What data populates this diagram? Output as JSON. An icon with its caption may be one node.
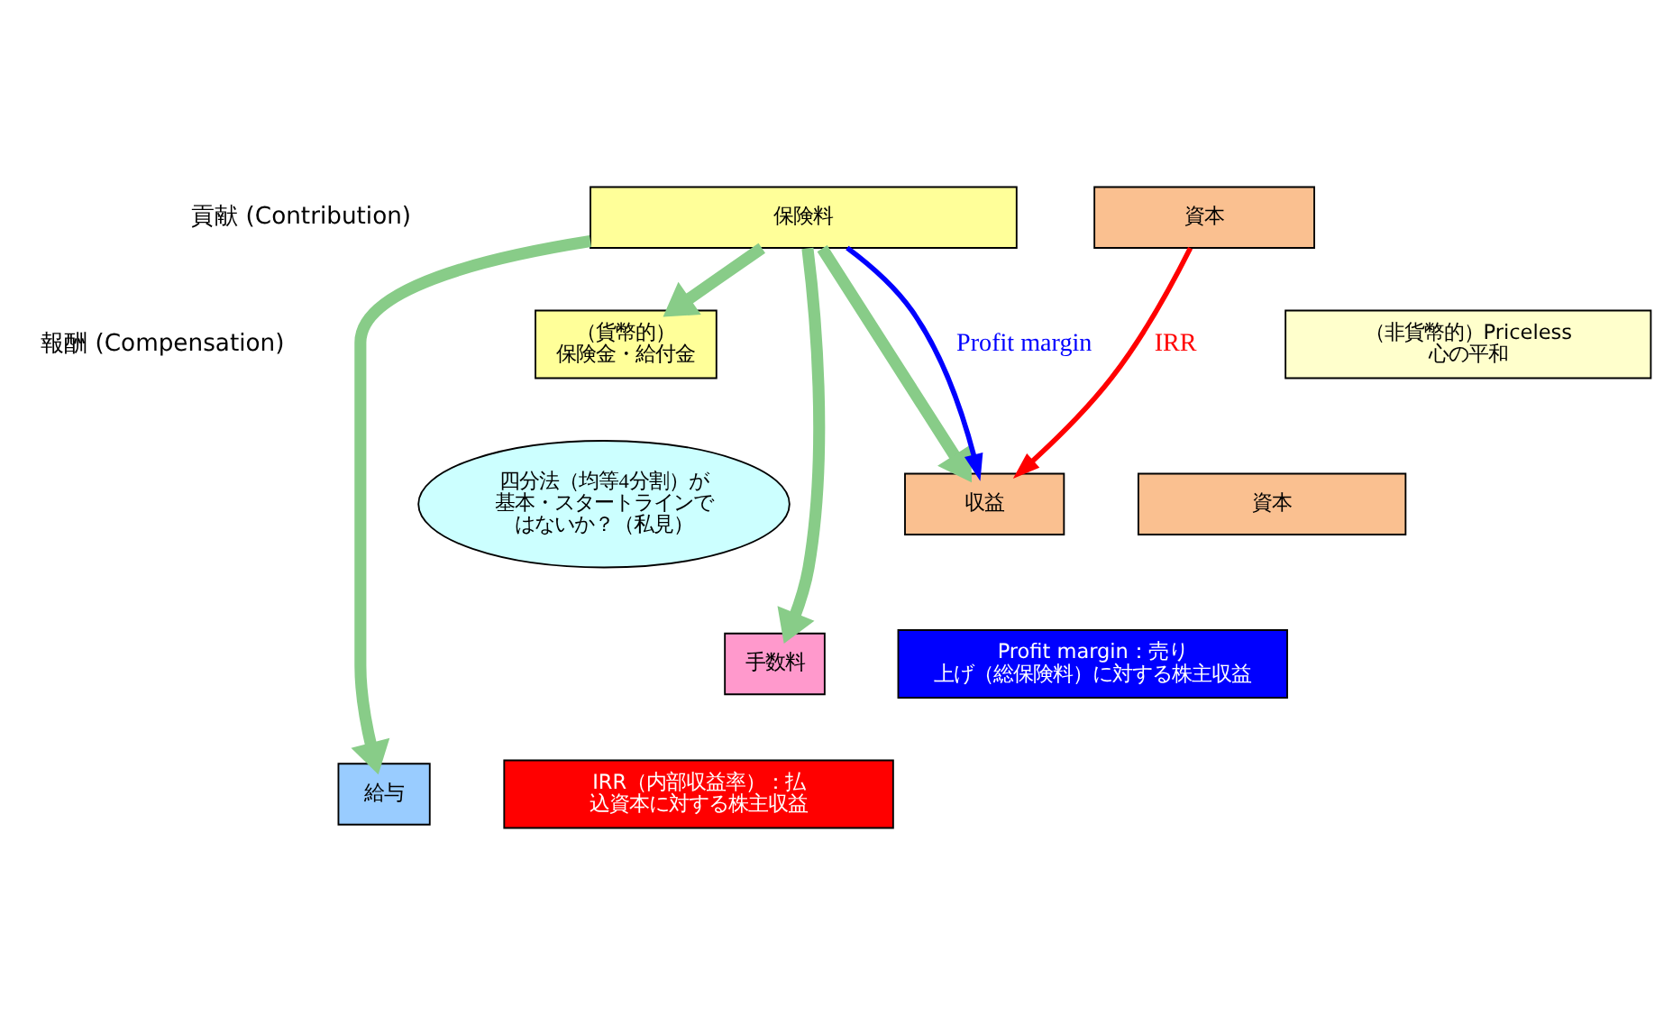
{
  "diagram": {
    "nodes": [
      {
        "text": [
          "保険料"
        ]
      },
      {
        "text": [
          "資本"
        ]
      },
      {
        "text": [
          "（貨幣的）",
          "保険金・給付金"
        ]
      },
      {
        "text": [
          "（非貨幣的）Priceless",
          "心の平和"
        ]
      },
      {
        "text": [
          "収益"
        ]
      },
      {
        "text": [
          "資本"
        ]
      },
      {
        "text": [
          "手数料"
        ]
      },
      {
        "text": [
          "給与"
        ]
      },
      {
        "text": [
          "四分法（均等4分割）が基本・スタートラインではないか？（私見）"
        ]
      },
      {
        "text": [
          "Profit margin：売り上げ（総保険料）に対する株主収益"
        ]
      },
      {
        "text": [
          "IRR（内部収益率）：払込資本に対する株主収益"
        ]
      }
    ],
    "edges": [
      {
        "from": 0,
        "to": 2,
        "arrow": "to"
      },
      {
        "from": 0,
        "to": 6,
        "arrow": "to"
      },
      {
        "from": 0,
        "to": 7,
        "arrow": "to"
      },
      {
        "from": 0,
        "to": 4,
        "arrow": "to"
      },
      {
        "from": 0,
        "to": 4,
        "arrow": "to",
        "label": "Profit margin",
        "color": "#0000ff"
      },
      {
        "from": 1,
        "to": 4,
        "arrow": "to",
        "label": "IRR",
        "color": "#ff0000"
      }
    ],
    "labels": [
      "貢献 (Contribution)",
      "報酬 (Compensation)"
    ]
  }
}
